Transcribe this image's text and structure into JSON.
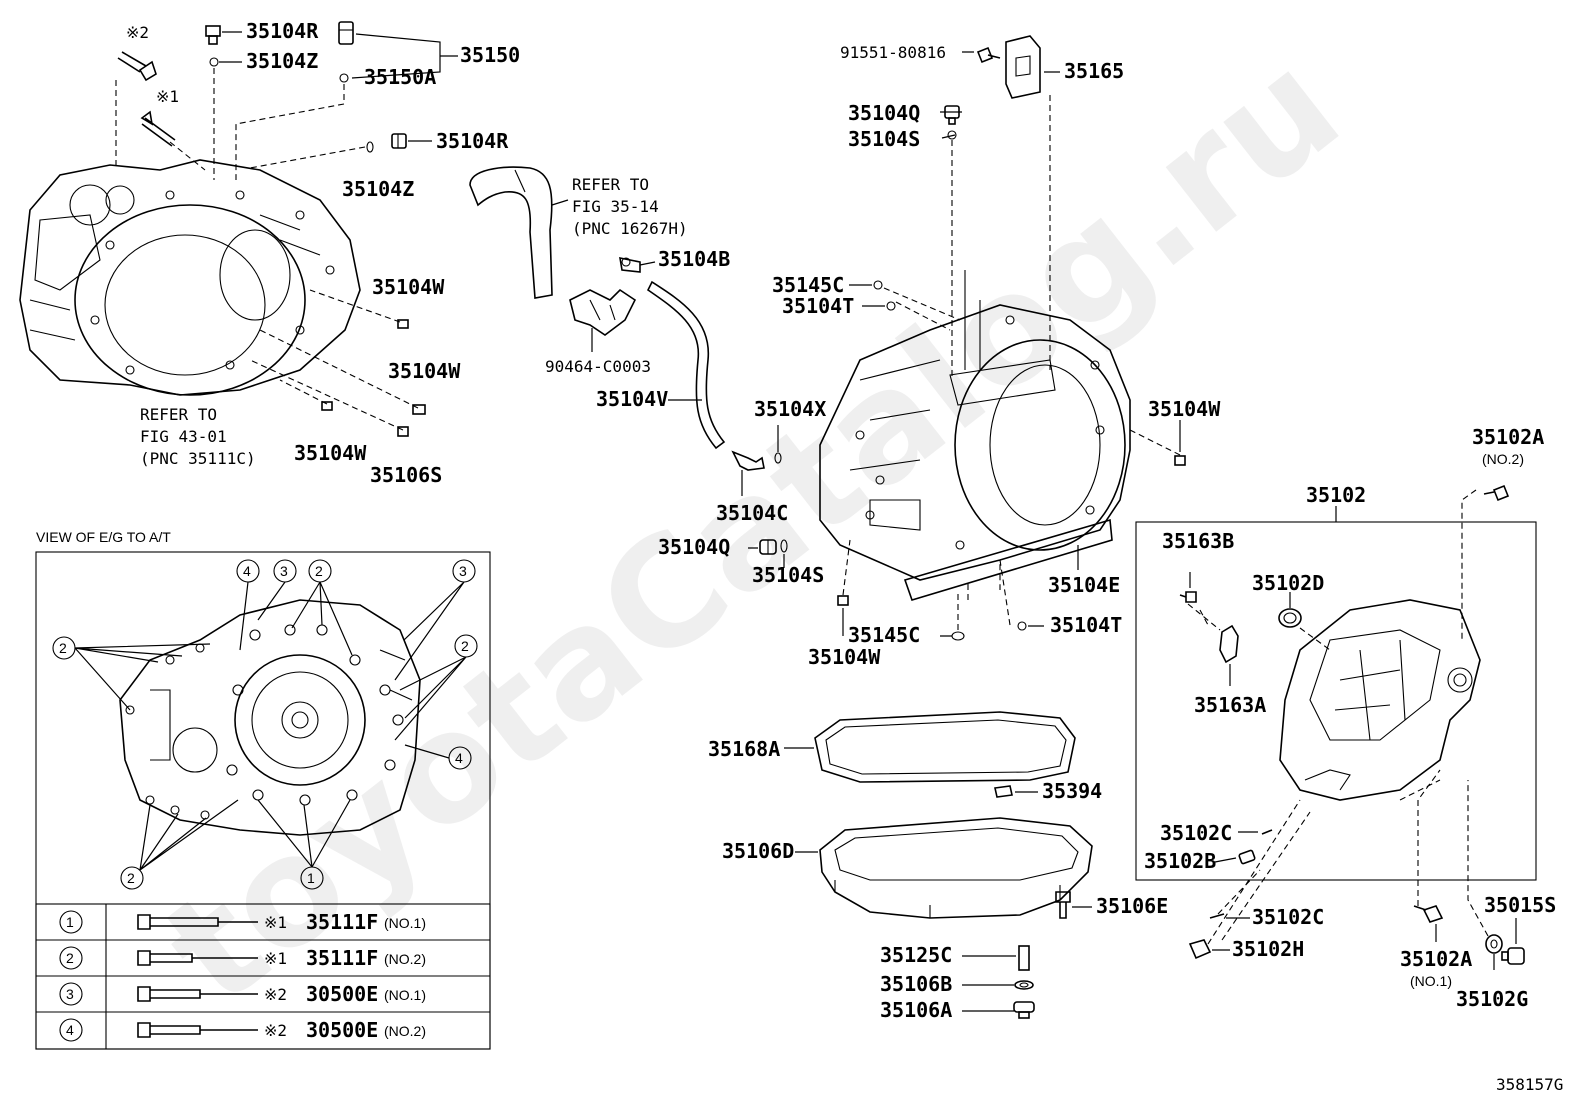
{
  "watermark": "toyotaCatalog.ru",
  "figure_id": "358157G",
  "callouts": {
    "c35104R_top": "35104R",
    "c35104Z_top": "35104Z",
    "c35150": "35150",
    "c35150A": "35150A",
    "c35104R_mid": "35104R",
    "c35104Z_mid": "35104Z",
    "star2": "※2",
    "star1": "※1",
    "c35104W_a": "35104W",
    "c35104W_b": "35104W",
    "c35104W_c": "35104W",
    "c35106S": "35106S",
    "ref_left_1": "REFER TO",
    "ref_left_2": "FIG 43-01",
    "ref_left_3": "(PNC 35111C)",
    "ref_mid_1": "REFER TO",
    "ref_mid_2": "FIG 35-14",
    "ref_mid_3": "(PNC 16267H)",
    "c35104B": "35104B",
    "c90464": "90464-C0003",
    "c35104V": "35104V",
    "c35104C": "35104C",
    "c35104X": "35104X",
    "c35104Q_low": "35104Q",
    "c35104S_low": "35104S",
    "c91551": "91551-80816",
    "c35165": "35165",
    "c35104Q_top": "35104Q",
    "c35104S_top": "35104S",
    "c35145C_top": "35145C",
    "c35104T_top": "35104T",
    "c35104W_right": "35104W",
    "c35104E": "35104E",
    "c35145C_low": "35145C",
    "c35104T_low": "35104T",
    "c35104W_low": "35104W",
    "c35168A": "35168A",
    "c35394": "35394",
    "c35106D": "35106D",
    "c35106E": "35106E",
    "c35125C": "35125C",
    "c35106B": "35106B",
    "c35106A": "35106A",
    "c35102": "35102",
    "c35102A_top": "35102A",
    "c35102A_top_no": "(NO.2)",
    "c35163B": "35163B",
    "c35102D": "35102D",
    "c35163A": "35163A",
    "c35102C_a": "35102C",
    "c35102B": "35102B",
    "c35102C_b": "35102C",
    "c35102H": "35102H",
    "c35102A_low": "35102A",
    "c35102A_low_no": "(NO.1)",
    "c35015S": "35015S",
    "c35102G": "35102G"
  },
  "inset": {
    "title": "VIEW OF E/G TO A/T",
    "markers": [
      "1",
      "2",
      "3",
      "4"
    ],
    "table": [
      {
        "num": "1",
        "mark": "※1",
        "part": "35111F",
        "note": "(NO.1)"
      },
      {
        "num": "2",
        "mark": "※1",
        "part": "35111F",
        "note": "(NO.2)"
      },
      {
        "num": "3",
        "mark": "※2",
        "part": "30500E",
        "note": "(NO.1)"
      },
      {
        "num": "4",
        "mark": "※2",
        "part": "30500E",
        "note": "(NO.2)"
      }
    ]
  }
}
